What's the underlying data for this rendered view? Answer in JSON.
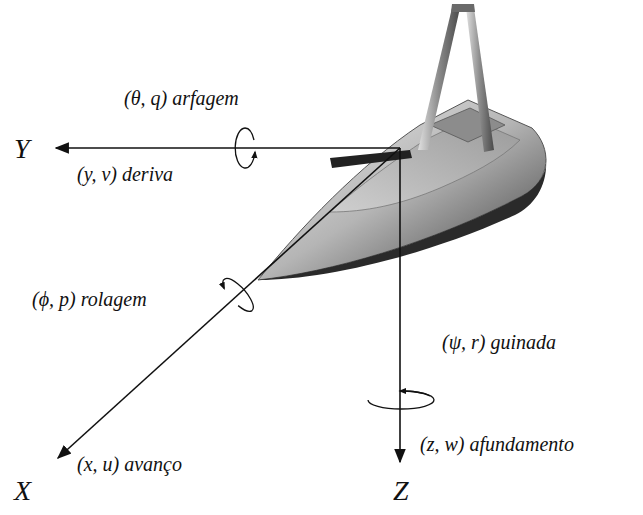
{
  "diagram": {
    "labels": [
      "(θ, q) arfagem",
      "Y",
      "(y, v) deriva",
      "(ϕ, p) rolagem",
      "(ψ, r) guinada",
      "(x, u) avanço",
      "X",
      "(z, w) afundamento",
      "Z"
    ]
  }
}
